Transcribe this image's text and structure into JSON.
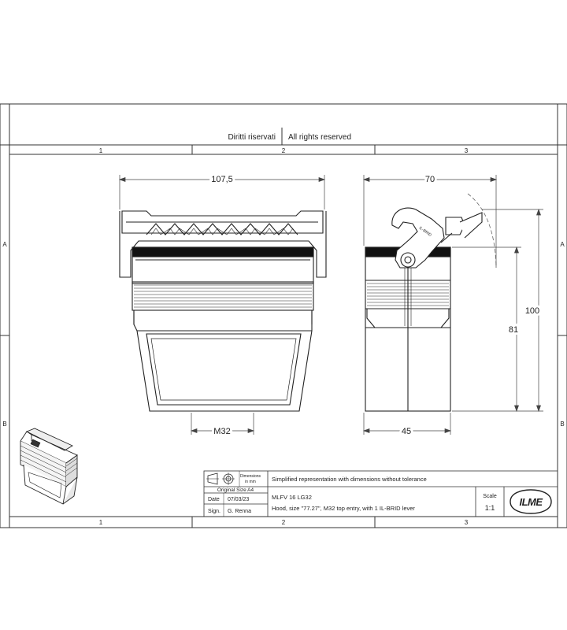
{
  "header": {
    "rights_it": "Diritti riservati",
    "rights_en": "All rights reserved"
  },
  "zones": {
    "columns": [
      "1",
      "2",
      "3"
    ],
    "rows": [
      "A",
      "B"
    ]
  },
  "dimensions": {
    "front_width": "107,5",
    "side_width": "70",
    "side_base": "45",
    "height_total": "100",
    "height_body": "81",
    "entry_thread": "M32"
  },
  "title_block": {
    "dim_label_line1": "Dimensions",
    "dim_label_line2": "in mm",
    "note": "Simplified representation with dimensions without tolerance",
    "original_size": "Original Size A4",
    "date_label": "Date",
    "date_value": "07/03/23",
    "sign_label": "Sign.",
    "sign_value": "G. Renna",
    "part_code": "MLFV 16 LG32",
    "part_desc": "Hood, size \"77.27\", M32 top entry, with 1 IL-BRID lever",
    "scale_label": "Scale",
    "scale_value": "1:1",
    "logo_text": "ILME"
  }
}
